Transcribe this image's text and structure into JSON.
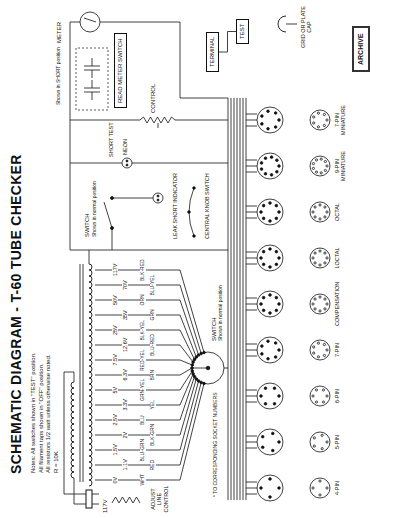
{
  "diagram": {
    "title": "SCHEMATIC DIAGRAM - T-60 TUBE CHECKER",
    "nodes": [
      {
        "text": [
          "TERMINAL"
        ]
      },
      {
        "text": [
          "TEST"
        ]
      },
      {
        "text": [
          "READ METER SWITCH"
        ]
      },
      {
        "text": [
          "ARCHIVE"
        ]
      }
    ],
    "edges": [
      {
        "from": 0,
        "to": 1,
        "arrow": "none"
      }
    ],
    "labels": [
      "Notes: All switches shown in \"TEST\" position.",
      "All filament taps shown in \"OFF\" position.",
      "All resistors 1/2 watt unless otherwise noted.",
      "R = 10K",
      "117V",
      "ADJUST LINE CONTROL",
      "0V",
      "WHT",
      "1.1V",
      "RED",
      "1.5V",
      "BLU-GRN",
      "2V",
      "BLK-GRN",
      "2.5V",
      "BLU",
      "3.3V",
      "YEL",
      "5V",
      "GRN-YEL",
      "6.3V",
      "BRN",
      "7.5V",
      "RED-YEL",
      "12.6V",
      "BLU-RED",
      "25V",
      "BLK-YEL",
      "35V",
      "GRN",
      "50V",
      "ORN",
      "70V",
      "BLU-YEL",
      "117V",
      "BLK-RED",
      "SWITCH",
      "Shown in normal position",
      "* TO CORRESPONDING SOCKET NUMBERS",
      "Shown in SHORT position",
      "METER",
      "CONTROL",
      "SHORT TEST",
      "NEON",
      "SWITCH",
      "Shown in normal position",
      "LEAK SHORT INDICATOR",
      "CENTRAL KNOB SWITCH",
      "GRID OR PLATE CAP",
      "4-PIN",
      "5-PIN",
      "6-PIN",
      "7-PIN",
      "COMPENSATION",
      "LOCTAL",
      "OCTAL",
      "9-PIN MINIATURE",
      "7-PIN MINIATURE"
    ]
  }
}
